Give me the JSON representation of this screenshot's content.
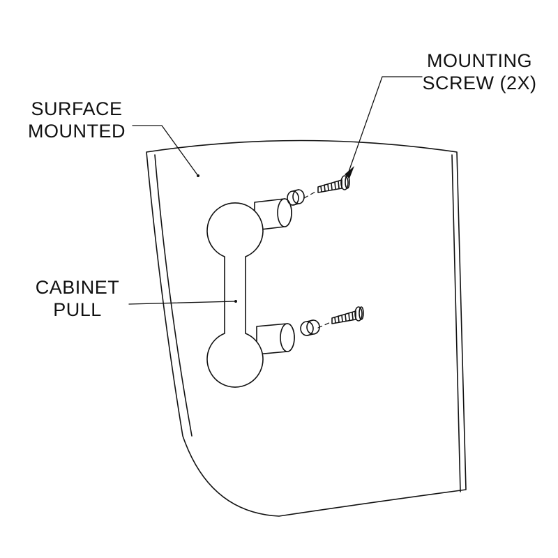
{
  "labels": {
    "surface": {
      "line1": "SURFACE",
      "line2": "MOUNTED"
    },
    "screw": {
      "line1": "MOUNTING",
      "line2": "SCREW (2X)"
    },
    "pull": {
      "line1": "CABINET",
      "line2": "PULL"
    }
  },
  "colors": {
    "stroke": "#111111",
    "background": "#ffffff"
  }
}
